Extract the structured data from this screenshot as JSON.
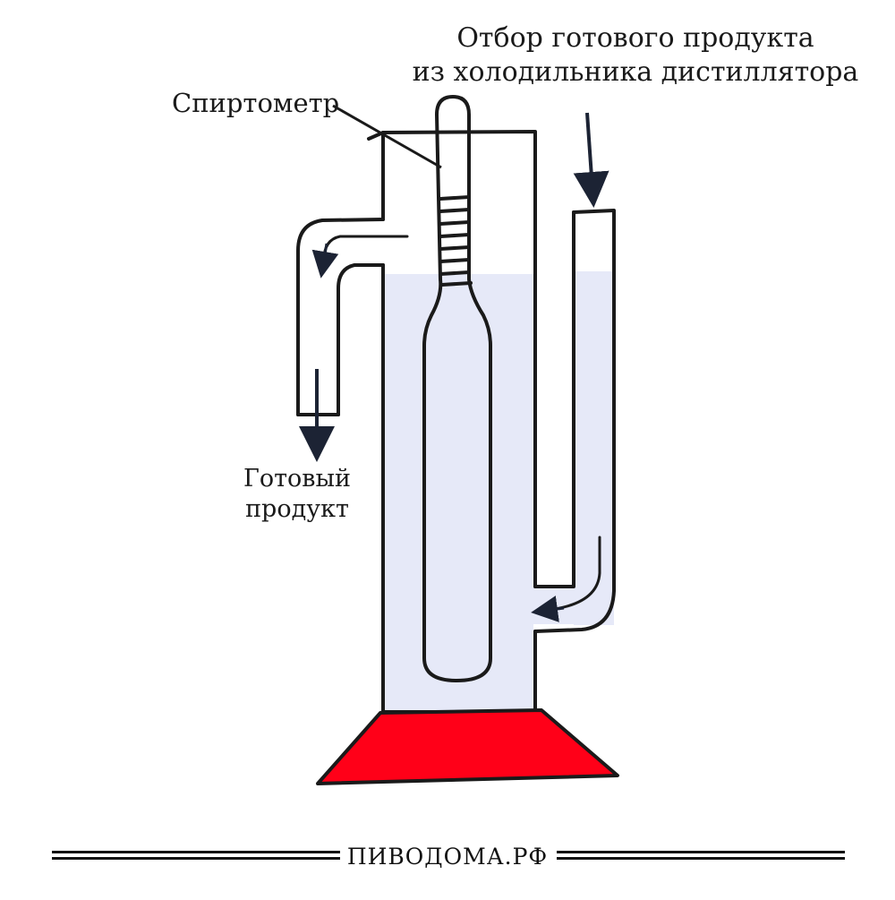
{
  "labels": {
    "top_line1": "Отбор готового продукта",
    "top_line2": "из холодильника дистиллятора",
    "hydrometer": "Спиртометр",
    "product_line1": "Готовый",
    "product_line2": "продукт"
  },
  "footer": {
    "site": "ПИВОДОМА.РФ"
  },
  "colors": {
    "liquid": "#e6e9f8",
    "base": "#ff0018",
    "outline": "#1a1a1a",
    "arrow": "#1c2334"
  }
}
